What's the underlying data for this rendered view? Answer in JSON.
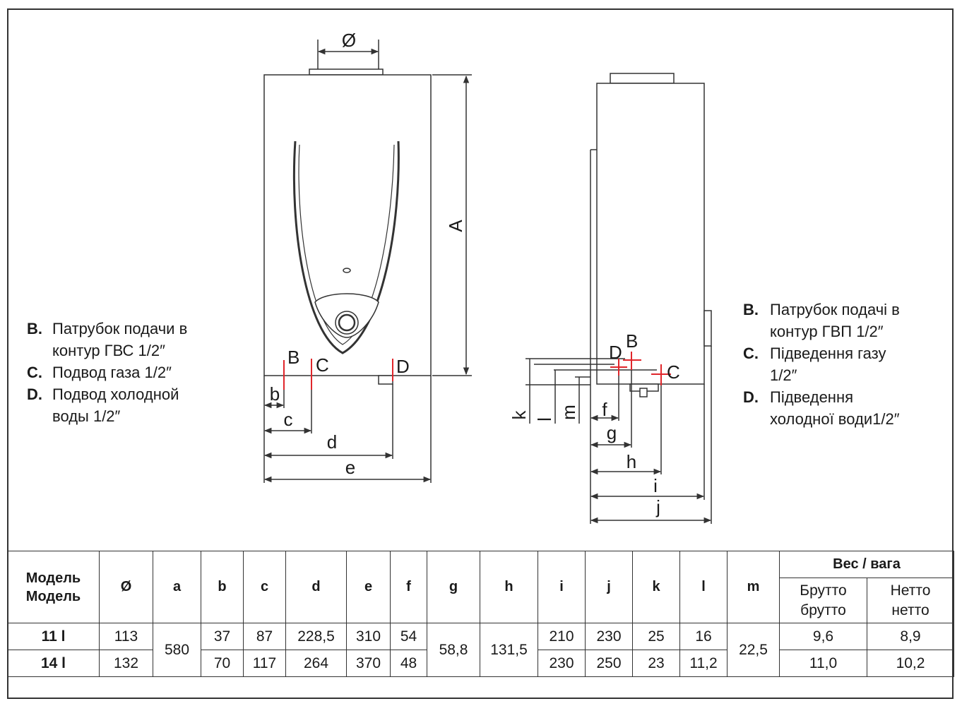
{
  "labels": {
    "dia": "Ø",
    "A": "A",
    "B": "B",
    "C": "C",
    "D": "D",
    "b": "b",
    "c": "c",
    "d": "d",
    "e": "e",
    "f": "f",
    "g": "g",
    "h": "h",
    "i": "i",
    "j": "j",
    "k": "k",
    "l": "l",
    "m": "m"
  },
  "legend_left": [
    {
      "key": "B.",
      "text": "Патрубок подачи в\nконтур ГВС 1/2″"
    },
    {
      "key": "C.",
      "text": "Подвод газа 1/2″"
    },
    {
      "key": "D.",
      "text": "Подвод холодной\nводы 1/2″"
    }
  ],
  "legend_right": [
    {
      "key": "B.",
      "text": "Патрубок подачі в\nконтур ГВП 1/2″"
    },
    {
      "key": "C.",
      "text": "Підведення газу\n1/2″"
    },
    {
      "key": "D.",
      "text": "Підведення\nхолодної води1/2″"
    }
  ],
  "table": {
    "model_header": "Модель\nМодель",
    "columns": [
      "Ø",
      "a",
      "b",
      "c",
      "d",
      "e",
      "f",
      "g",
      "h",
      "i",
      "j",
      "k",
      "l",
      "m"
    ],
    "weight_header": "Вес /  вага",
    "gross_header": "Брутто\nбрутто",
    "net_header": "Нетто\nнетто",
    "rows": [
      {
        "model": "11 l",
        "dia": "113",
        "b": "37",
        "c": "87",
        "d": "228,5",
        "e": "310",
        "f": "54",
        "i": "210",
        "j": "230",
        "k": "25",
        "l": "16",
        "gross": "9,6",
        "net": "8,9"
      },
      {
        "model": "14 l",
        "dia": "132",
        "b": "70",
        "c": "117",
        "d": "264",
        "e": "370",
        "f": "48",
        "i": "230",
        "j": "250",
        "k": "23",
        "l": "11,2",
        "gross": "11,0",
        "net": "10,2"
      }
    ],
    "shared": {
      "a": "580",
      "g": "58,8",
      "h": "131,5",
      "m": "22,5"
    }
  },
  "colors": {
    "line": "#333333",
    "marker": "#e0262b"
  }
}
